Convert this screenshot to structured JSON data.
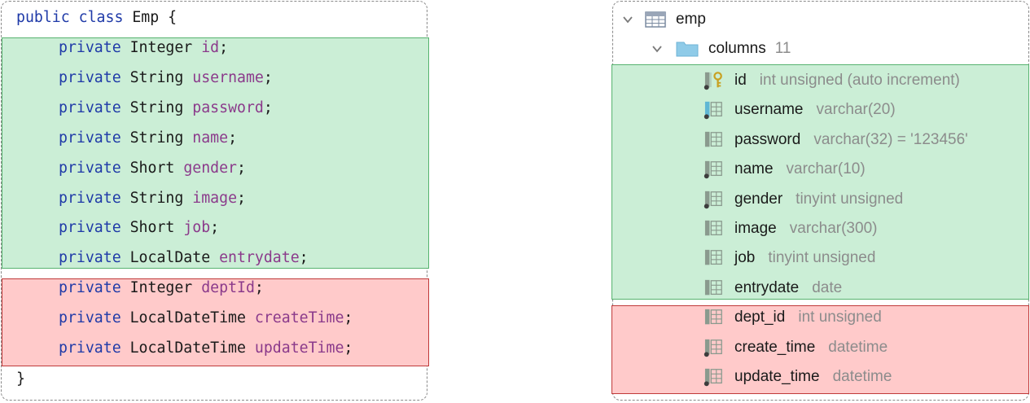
{
  "code": {
    "header": {
      "kw": "public class",
      "name": " Emp {"
    },
    "fields": [
      {
        "mod": "private",
        "type": "Integer",
        "name": "id",
        "group": "green"
      },
      {
        "mod": "private",
        "type": "String",
        "name": "username",
        "group": "green"
      },
      {
        "mod": "private",
        "type": "String",
        "name": "password",
        "group": "green"
      },
      {
        "mod": "private",
        "type": "String",
        "name": "name",
        "group": "green"
      },
      {
        "mod": "private",
        "type": "Short",
        "name": "gender",
        "group": "green"
      },
      {
        "mod": "private",
        "type": "String",
        "name": "image",
        "group": "green"
      },
      {
        "mod": "private",
        "type": "Short",
        "name": "job",
        "group": "green"
      },
      {
        "mod": "private",
        "type": "LocalDate",
        "name": "entrydate",
        "group": "green"
      },
      {
        "mod": "private",
        "type": "Integer",
        "name": "deptId",
        "group": "red"
      },
      {
        "mod": "private",
        "type": "LocalDateTime",
        "name": "createTime",
        "group": "red"
      },
      {
        "mod": "private",
        "type": "LocalDateTime",
        "name": "updateTime",
        "group": "red"
      }
    ],
    "footer": "}"
  },
  "tree": {
    "table": {
      "name": "emp",
      "icon": "table-icon"
    },
    "columns_folder": {
      "label": "columns",
      "count": "11",
      "icon": "folder-icon"
    },
    "columns": [
      {
        "name": "id",
        "type": "int unsigned (auto increment)",
        "icon": "primary-key-column-icon",
        "group": "green"
      },
      {
        "name": "username",
        "type": "varchar(20)",
        "icon": "unique-column-icon",
        "group": "green"
      },
      {
        "name": "password",
        "type": "varchar(32) = '123456'",
        "icon": "column-icon",
        "group": "green"
      },
      {
        "name": "name",
        "type": "varchar(10)",
        "icon": "not-null-column-icon",
        "group": "green"
      },
      {
        "name": "gender",
        "type": "tinyint unsigned",
        "icon": "not-null-column-icon",
        "group": "green"
      },
      {
        "name": "image",
        "type": "varchar(300)",
        "icon": "column-icon",
        "group": "green"
      },
      {
        "name": "job",
        "type": "tinyint unsigned",
        "icon": "column-icon",
        "group": "green"
      },
      {
        "name": "entrydate",
        "type": "date",
        "icon": "column-icon",
        "group": "green"
      },
      {
        "name": "dept_id",
        "type": "int unsigned",
        "icon": "column-icon",
        "group": "red"
      },
      {
        "name": "create_time",
        "type": "datetime",
        "icon": "not-null-column-icon",
        "group": "red"
      },
      {
        "name": "update_time",
        "type": "datetime",
        "icon": "not-null-column-icon",
        "group": "red"
      }
    ]
  },
  "colors": {
    "green_fill": "#cbeed6",
    "green_border": "#57b36f",
    "red_fill": "#ffcaca",
    "red_border": "#c03a3a",
    "keyword": "#1f3aa8",
    "field": "#8b3a8b"
  }
}
